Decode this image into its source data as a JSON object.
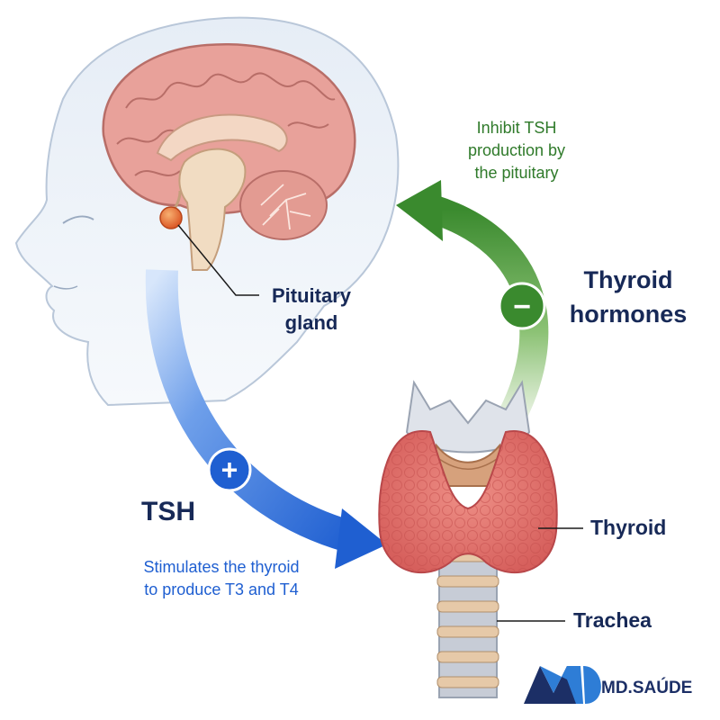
{
  "labels": {
    "pituitary_line1": "Pituitary",
    "pituitary_line2": "gland",
    "inhibit_line1": "Inhibit TSH",
    "inhibit_line2": "production by",
    "inhibit_line3": "the pituitary",
    "hormones_line1": "Thyroid",
    "hormones_line2": "hormones",
    "tsh": "TSH",
    "stim_line1": "Stimulates the thyroid",
    "stim_line2": "to produce T3 and T4",
    "thyroid": "Thyroid",
    "trachea": "Trachea"
  },
  "symbols": {
    "plus": "+",
    "minus": "−"
  },
  "logo": {
    "text": "MD.SAÚDE"
  },
  "colors": {
    "stimulate_blue": "#1f5fd1",
    "inhibit_green": "#3a8a2e",
    "label_navy": "#172957",
    "brain_pink": "#e8a19a",
    "thyroid_red": "#e2736f",
    "pituitary_orange": "#e8662e"
  }
}
